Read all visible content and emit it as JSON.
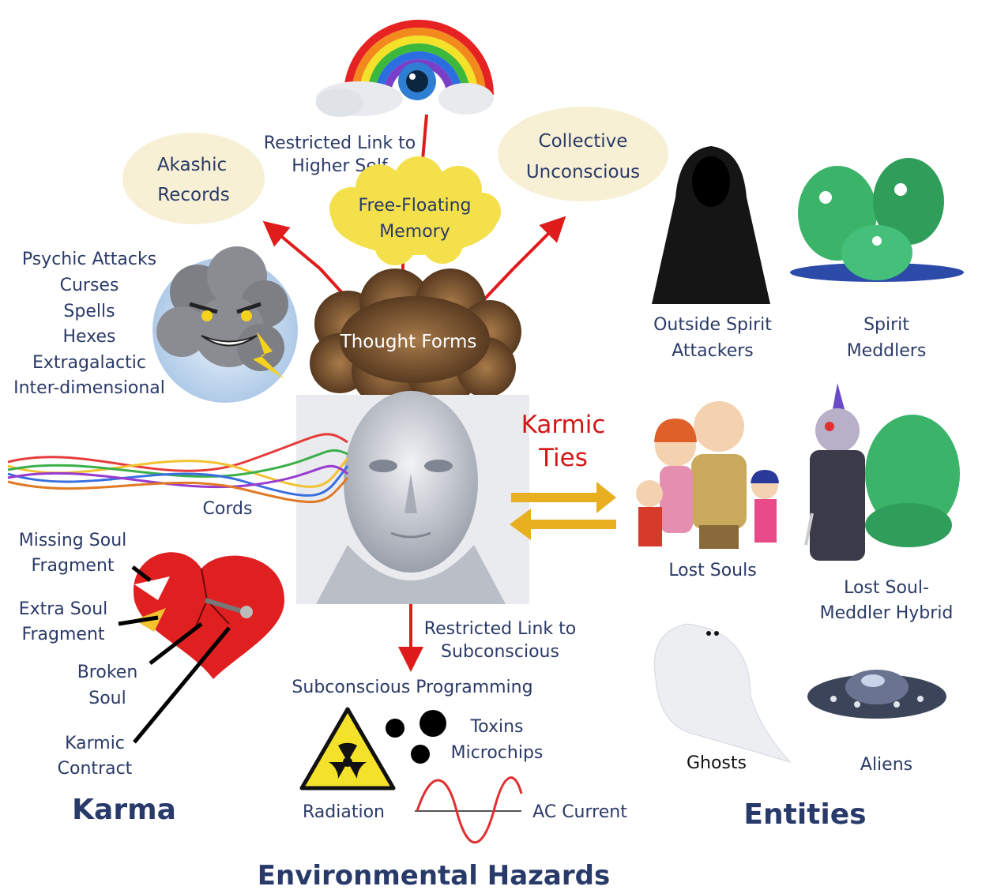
{
  "nodes": {
    "akashic": [
      "Akashic",
      "Records"
    ],
    "collective": [
      "Collective",
      "Unconscious"
    ],
    "higher_self_link": [
      "Restricted Link to",
      "Higher Self"
    ],
    "free_floating": [
      "Free-Floating",
      "Memory"
    ],
    "thought_forms": "Thought Forms",
    "psychic_attacks": [
      "Psychic Attacks",
      "Curses",
      "Spells",
      "Hexes",
      "Extragalactic",
      "Inter-dimensional"
    ],
    "cords": "Cords",
    "karmic_ties": [
      "Karmic",
      "Ties"
    ],
    "outside_spirit": [
      "Outside Spirit",
      "Attackers"
    ],
    "spirit_meddlers": [
      "Spirit",
      "Meddlers"
    ],
    "lost_souls": "Lost Souls",
    "hybrid": [
      "Lost Soul-",
      "Meddler Hybrid"
    ],
    "ghosts": "Ghosts",
    "aliens": "Aliens",
    "missing_soul": [
      "Missing Soul",
      "Fragment"
    ],
    "extra_soul": [
      "Extra Soul",
      "Fragment"
    ],
    "broken_soul": [
      "Broken",
      "Soul"
    ],
    "karmic_contract": [
      "Karmic",
      "Contract"
    ],
    "subconscious_link": [
      "Restricted Link to",
      "Subconscious"
    ],
    "subconscious_programming": "Subconscious Programming",
    "toxins": "Toxins",
    "microchips": "Microchips",
    "radiation": "Radiation",
    "ac_current": "AC Current"
  },
  "sections": {
    "karma": "Karma",
    "entities": "Entities",
    "environmental": "Environmental Hazards"
  },
  "colors": {
    "arrow_red": "#e01b1b",
    "arrow_gold": "#e8b021",
    "label_navy": "#2b3a67",
    "oval_fill": "#f7f0d4",
    "memory_cloud": "#f4e04a"
  }
}
